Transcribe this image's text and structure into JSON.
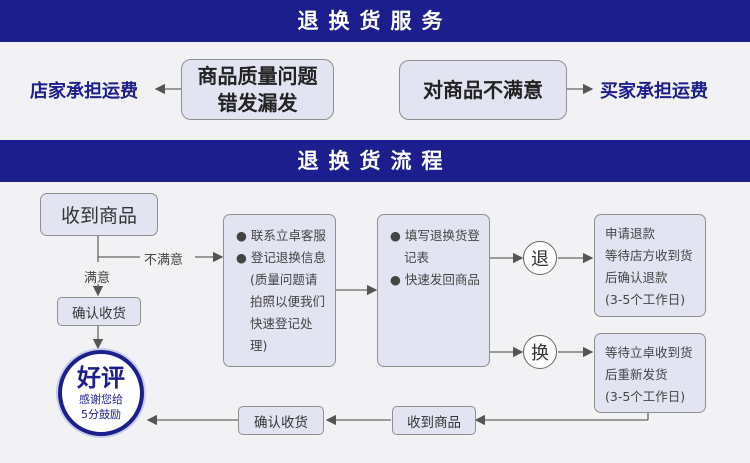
{
  "section1": {
    "title": "退换货服务",
    "left_label": "店家承担运费",
    "box1_line1": "商品质量问题",
    "box1_line2": "错发漏发",
    "box2": "对商品不满意",
    "right_label": "买家承担运费"
  },
  "section2": {
    "title": "退换货流程",
    "received": "收到商品",
    "unsatisfied": "不满意",
    "satisfied": "满意",
    "confirm": "确认收货",
    "good_title": "好评",
    "good_line1": "感谢您给",
    "good_line2": "5分鼓励",
    "contact": [
      "联系立卓客服",
      "登记退换信息",
      "(质量问题请拍照以便我们快速登记处理)"
    ],
    "fill": [
      "填写退换货登记表",
      "快速发回商品"
    ],
    "return_char": "退",
    "exchange_char": "换",
    "refund": [
      "申请退款",
      "等待店方收到货后确认退款",
      "(3-5个工作日)"
    ],
    "resend": [
      "等待立卓收到货后重新发货",
      "(3-5个工作日)"
    ],
    "bottom_received": "收到商品",
    "bottom_confirm": "确认收货"
  },
  "colors": {
    "navy": "#1b1e8c",
    "box_fill": "#e2e4f2",
    "page_fill": "#f2f2f5"
  }
}
